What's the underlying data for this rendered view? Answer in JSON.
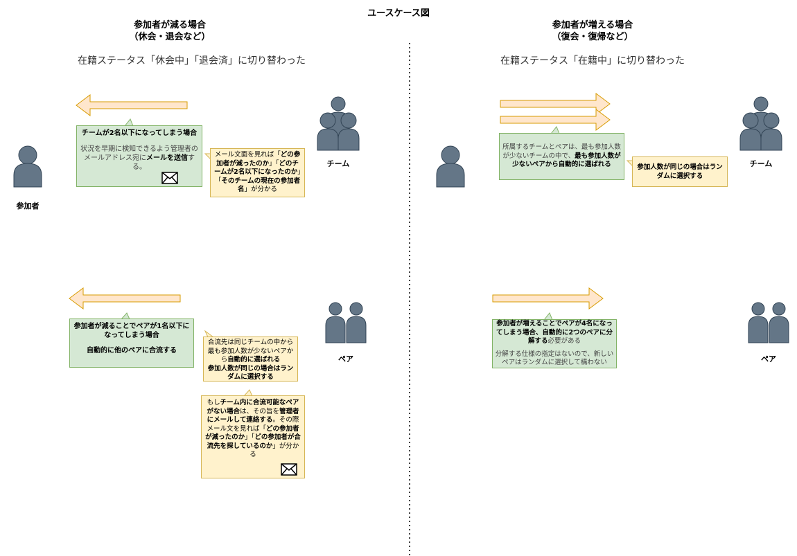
{
  "title": "ユースケース図",
  "left": {
    "header_line1": "参加者が減る場合",
    "header_line2": "（休会・退会など）",
    "status": "在籍ステータス「休会中」「退会済」に切り替わった",
    "team_label": "チーム",
    "participant_label": "参加者",
    "pair_label": "ペア",
    "team_box": {
      "title": "チームが2名以下になってしまう場合",
      "body_pre": "状況を早期に検知できるよう管理者のメールアドレス宛に",
      "body_bold": "メールを送信",
      "body_post": "する。"
    },
    "team_note": {
      "p1": "メール文面を見れば「",
      "b1": "どの参加者が減ったのか",
      "p2": "」「",
      "b2": "どのチームが2名以下になったのか",
      "p3": "」「",
      "b3": "そのチームの現在の参加者名",
      "p4": "」が分かる"
    },
    "pair_box": {
      "title": "参加者が減ることでペアが1名以下になってしまう場合",
      "body": "自動的に他のペアに合流する"
    },
    "pair_note": {
      "p1": "合流先は同じチームの中から最も参加人数が少ないペアから",
      "b1": "自動的に選ばれる",
      "b2": "参加人数が同じの場合はランダムに選択する"
    },
    "pair_note2": {
      "p1": "もし",
      "b1": "チーム内に合流可能なペアがない場合",
      "p2": "は、その旨を",
      "b2": "管理者にメールして連絡する",
      "p3": "。その際メール文を見れば「",
      "b3": "どの参加者が減ったのか",
      "p4": "」「",
      "b4": "どの参加者が合流先を探しているのか",
      "p5": "」が分かる"
    }
  },
  "right": {
    "header_line1": "参加者が増える場合",
    "header_line2": "（復会・復帰など）",
    "status": "在籍ステータス「在籍中」に切り替わった",
    "team_label": "チーム",
    "pair_label": "ペア",
    "team_box": {
      "p1": "所属するチームとペアは、最も参加人数が少ないチームの中で、",
      "b1": "最も参加人数が少ないペアから自動的に選ばれる"
    },
    "team_note": "参加人数が同じの場合はランダムに選択する",
    "pair_box": {
      "b1": "参加者が増えることでペアが4名になってしまう場合、自動的に2つのペアに分解する",
      "p1": "必要がある",
      "p2": "分解する仕様の指定はないので、新しいペアはランダムに選択して構わない"
    }
  },
  "colors": {
    "arrow_fill": "#ffe6cc",
    "arrow_stroke": "#d79b00",
    "green_fill": "#d5e8d4",
    "green_stroke": "#82b366",
    "yellow_fill": "#fff2cc",
    "yellow_stroke": "#d6b656",
    "actor": "#647687"
  }
}
